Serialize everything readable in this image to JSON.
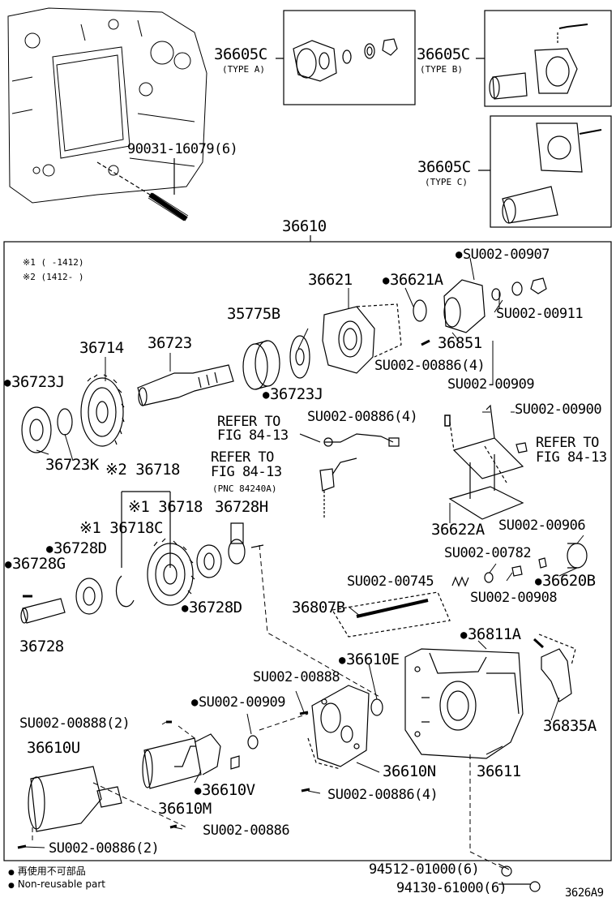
{
  "figure_id": "3626A9",
  "legend": {
    "symbol": "●",
    "line1": "再使用不可部品",
    "line2": "Non-reusable part"
  },
  "notes": {
    "note1": "※1 (     -1412)",
    "note2": "※2 (1412-     )"
  },
  "labels": {
    "top_36605c_a": "36605C",
    "type_a": "(TYPE A)",
    "top_36605c_b": "36605C",
    "type_b": "(TYPE B)",
    "top_36605c_c": "36605C",
    "type_c": "(TYPE C)",
    "stud": "90031-16079(6)",
    "assy": "36610",
    "su907": "SU002-00907",
    "p36621": "36621",
    "p36621a": "36621A",
    "su911": "SU002-00911",
    "p35775b": "35775B",
    "p36851": "36851",
    "p36714": "36714",
    "p36723": "36723",
    "su886_4a": "SU002-00886(4)",
    "su909a": "SU002-00909",
    "p36723j_l": "36723J",
    "p36723j_r": "36723J",
    "p36723k": "36723K",
    "refer1_a": "REFER TO",
    "refer1_b": "FIG 84-13",
    "su886_4b": "SU002-00886(4)",
    "su900": "SU002-00900",
    "refer2_a": "REFER TO",
    "refer2_b": "FIG 84-13",
    "refer2_c": "(PNC 84240A)",
    "refer3_a": "REFER TO",
    "refer3_b": "FIG 84-13",
    "p36718_2": "※2 36718",
    "p36718_1": "※1 36718",
    "p36728h": "36728H",
    "p36718c": "※1 36718C",
    "p36728d_a": "36728D",
    "p36622a": "36622A",
    "su906": "SU002-00906",
    "p36728g": "36728G",
    "su782": "SU002-00782",
    "su745": "SU002-00745",
    "p36620b": "36620B",
    "p36728d_b": "36728D",
    "su908": "SU002-00908",
    "p36807b": "36807B",
    "p36728": "36728",
    "p36811a": "36811A",
    "p36610e": "36610E",
    "su888": "SU002-00888",
    "su909b": "SU002-00909",
    "su888_2": "SU002-00888(2)",
    "p36835a": "36835A",
    "p36610u": "36610U",
    "p36610n": "36610N",
    "p36611": "36611",
    "p36610v": "36610V",
    "su886_4c": "SU002-00886(4)",
    "p36610m": "36610M",
    "su886": "SU002-00886",
    "su886_2": "SU002-00886(2)",
    "p94512": "94512-01000(6)",
    "p94130": "94130-61000(6)"
  }
}
